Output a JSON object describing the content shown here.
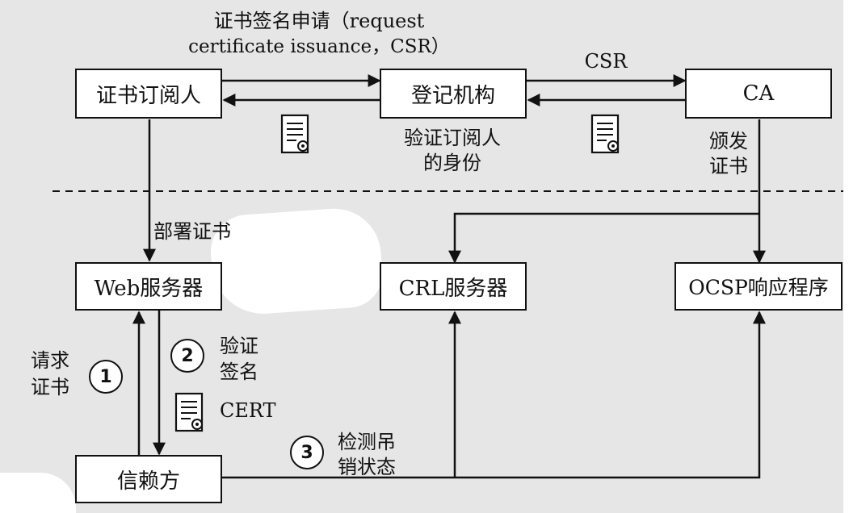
{
  "nodes": {
    "subscriber": "证书订阅人",
    "ra": "登记机构",
    "ca": "CA",
    "web_server": "Web服务器",
    "crl_server": "CRL服务器",
    "ocsp_responder": "OCSP响应程序",
    "relying_party": "信赖方"
  },
  "labels": {
    "csr_request_line1": "证书签名申请（request",
    "csr_request_line2": "certificate issuance，CSR）",
    "csr": "CSR",
    "verify_identity_line1": "验证订阅人",
    "verify_identity_line2": "的身份",
    "issue_cert_line1": "颁发",
    "issue_cert_line2": "证书",
    "deploy_cert": "部署证书",
    "request_cert_line1": "请求",
    "request_cert_line2": "证书",
    "verify_sig_line1": "验证",
    "verify_sig_line2": "签名",
    "cert": "CERT",
    "check_revocation_line1": "检测吊",
    "check_revocation_line2": "销状态"
  },
  "steps": [
    "1",
    "2",
    "3"
  ],
  "icons": [
    "certificate-icon",
    "certificate-icon",
    "certificate-icon"
  ],
  "colors": {
    "background": "#e6e6e6",
    "box_fill": "#ffffff",
    "line": "#111111"
  }
}
